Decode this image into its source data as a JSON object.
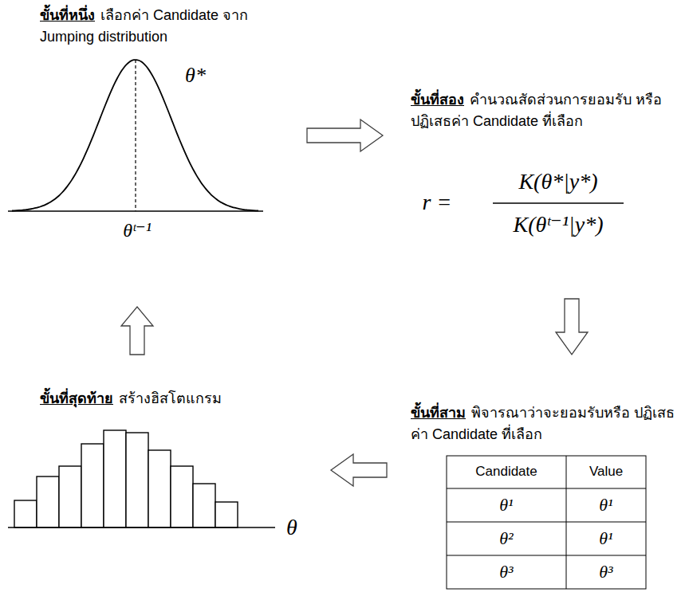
{
  "diagram": {
    "nodes": [
      {
        "text": [
          "ขั้นที่หนึ่ง",
          "เลือกค่า Candidate จาก Jumping distribution"
        ]
      },
      {
        "text": [
          "ขั้นที่สอง",
          "คำนวณสัดส่วนการยอมรับ หรือปฏิเสธค่า Candidate ที่เลือก"
        ]
      },
      {
        "text": [
          "ขั้นที่สุดท้าย",
          "สร้างฮิสโตแกรม"
        ]
      },
      {
        "text": [
          "ขั้นที่สาม",
          "พิจารณาว่าจะยอมรับหรือ ปฏิเสธค่า Candidate ที่เลือก"
        ]
      }
    ],
    "edges": [
      {
        "from": 0,
        "to": 1,
        "arrow": "to"
      },
      {
        "from": 1,
        "to": 3,
        "arrow": "to"
      },
      {
        "from": 3,
        "to": 2,
        "arrow": "to"
      },
      {
        "from": 2,
        "to": 0,
        "arrow": "to"
      }
    ],
    "labels": [
      "θ*",
      "θᵗ⁻¹",
      "r =",
      "K(θ*|y*)",
      "K(θᵗ⁻¹|y*)",
      "Candidate",
      "Value",
      "θ¹",
      "θ¹",
      "θ²",
      "θ¹",
      "θ³",
      "θ³",
      "θ"
    ]
  }
}
